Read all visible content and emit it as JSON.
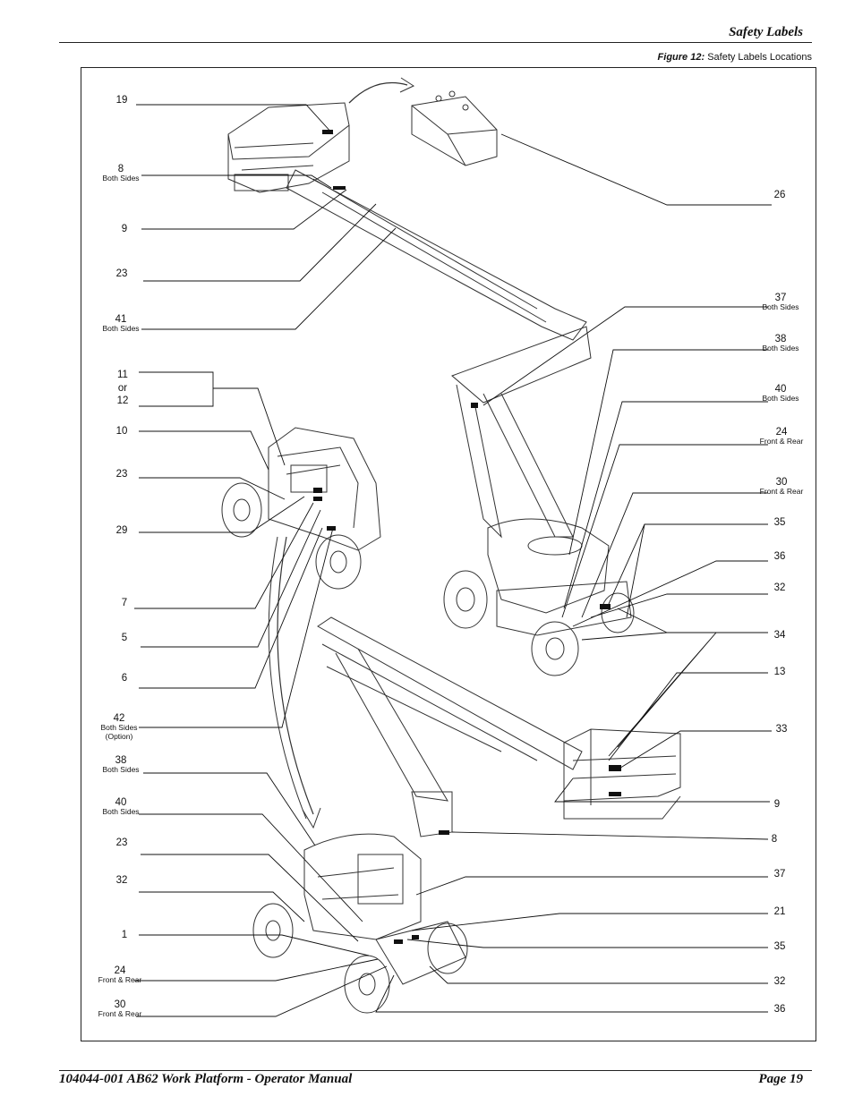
{
  "header": {
    "title": "Safety Labels"
  },
  "figure": {
    "number": "Figure 12:",
    "caption": "Safety Labels Locations"
  },
  "callouts_left": [
    {
      "num": "19",
      "sub": ""
    },
    {
      "num": "8",
      "sub": "Both Sides"
    },
    {
      "num": "9",
      "sub": ""
    },
    {
      "num": "23",
      "sub": ""
    },
    {
      "num": "41",
      "sub": "Both Sides"
    },
    {
      "num": "11 or 12",
      "sub": ""
    },
    {
      "num": "10",
      "sub": ""
    },
    {
      "num": "23",
      "sub": ""
    },
    {
      "num": "29",
      "sub": ""
    },
    {
      "num": "7",
      "sub": ""
    },
    {
      "num": "5",
      "sub": ""
    },
    {
      "num": "6",
      "sub": ""
    },
    {
      "num": "42",
      "sub": "Both Sides (Option)"
    },
    {
      "num": "38",
      "sub": "Both Sides"
    },
    {
      "num": "40",
      "sub": "Both Sides"
    },
    {
      "num": "23",
      "sub": ""
    },
    {
      "num": "32",
      "sub": ""
    },
    {
      "num": "1",
      "sub": ""
    },
    {
      "num": "24",
      "sub": "Front & Rear"
    },
    {
      "num": "30",
      "sub": "Front & Rear"
    }
  ],
  "callouts_right": [
    {
      "num": "26",
      "sub": ""
    },
    {
      "num": "37",
      "sub": "Both Sides"
    },
    {
      "num": "38",
      "sub": "Both Sides"
    },
    {
      "num": "40",
      "sub": "Both Sides"
    },
    {
      "num": "24",
      "sub": "Front & Rear"
    },
    {
      "num": "30",
      "sub": "Front & Rear"
    },
    {
      "num": "35",
      "sub": ""
    },
    {
      "num": "36",
      "sub": ""
    },
    {
      "num": "32",
      "sub": ""
    },
    {
      "num": "34",
      "sub": ""
    },
    {
      "num": "13",
      "sub": ""
    },
    {
      "num": "33",
      "sub": ""
    },
    {
      "num": "9",
      "sub": ""
    },
    {
      "num": "8",
      "sub": ""
    },
    {
      "num": "37",
      "sub": ""
    },
    {
      "num": "21",
      "sub": ""
    },
    {
      "num": "35",
      "sub": ""
    },
    {
      "num": "32",
      "sub": ""
    },
    {
      "num": "36",
      "sub": ""
    }
  ],
  "footer": {
    "manual": "104044-001 AB62 Work Platform - Operator Manual",
    "page": "Page 19"
  }
}
